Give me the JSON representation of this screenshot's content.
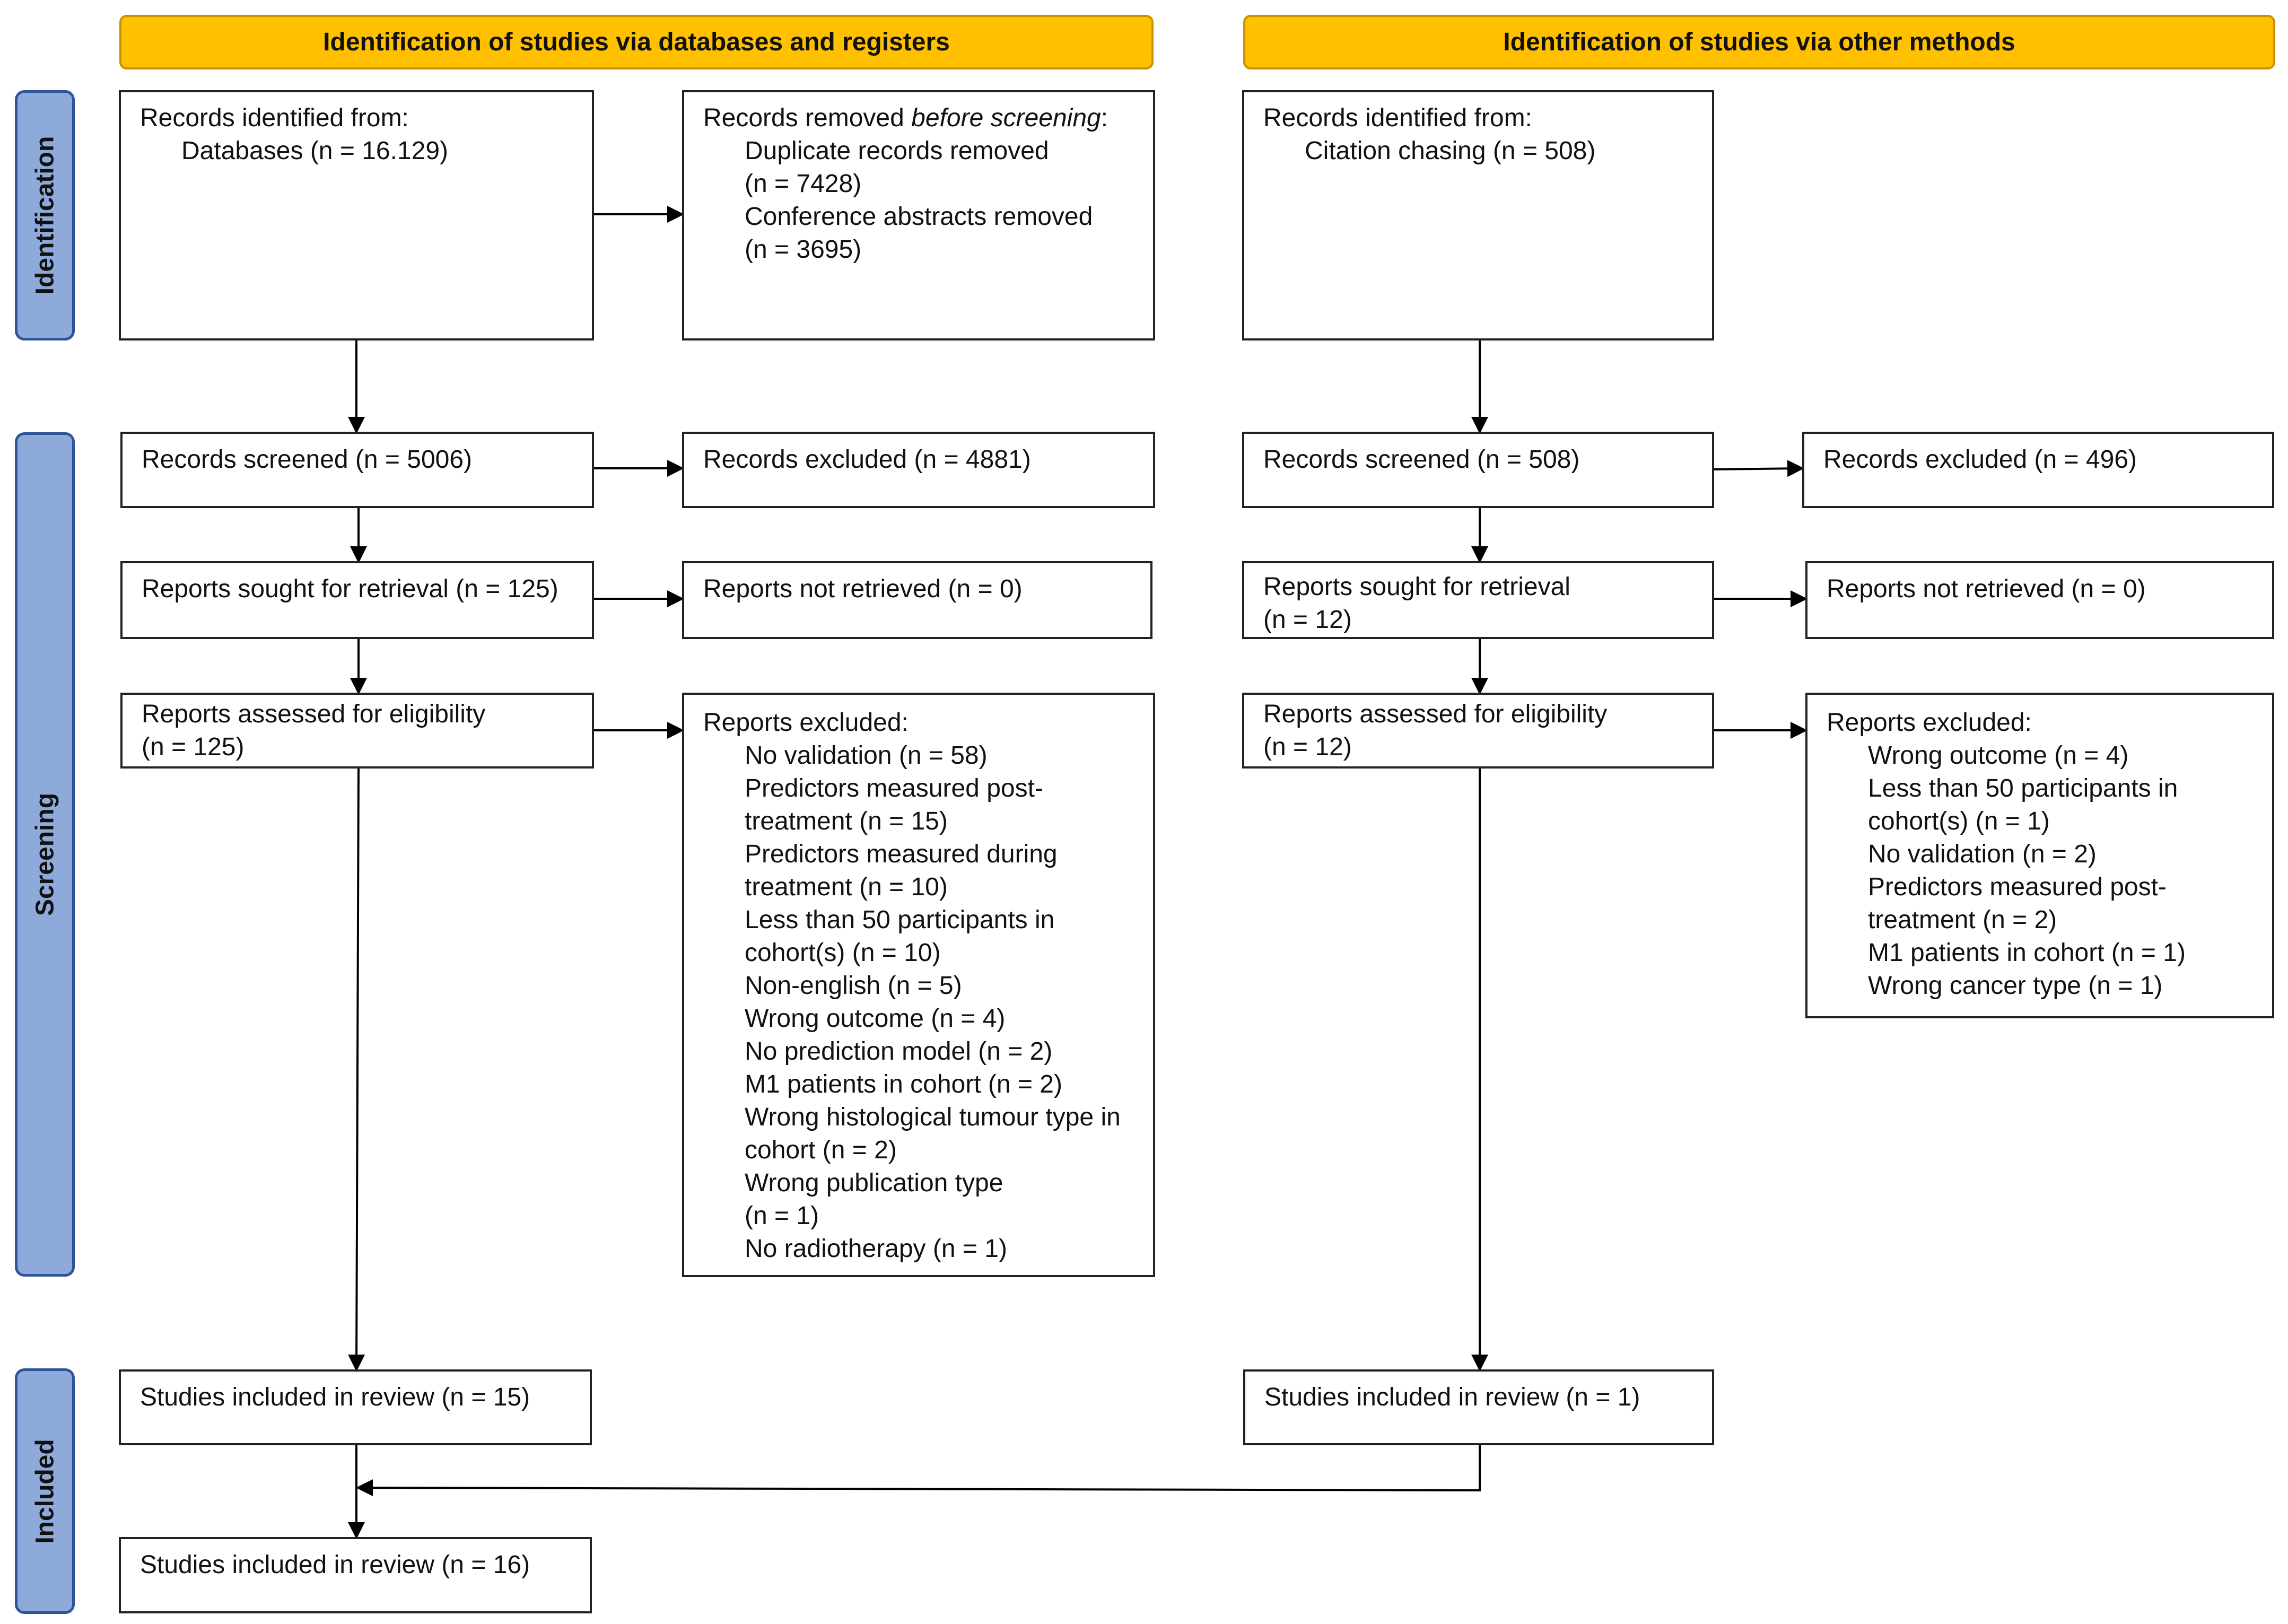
{
  "headers": {
    "left": "Identification of studies via databases and registers",
    "right": "Identification of studies via other methods"
  },
  "phases": {
    "identification": "Identification",
    "screening": "Screening",
    "included": "Included"
  },
  "left": {
    "identified": {
      "heading": "Records identified from:",
      "item": "Databases (n = 16.129)"
    },
    "removed": {
      "heading_pre": "Records removed ",
      "heading_em": "before screening",
      "heading_post": ":",
      "lines": [
        "Duplicate records removed",
        "(n = 7428)",
        "Conference abstracts removed",
        "(n = 3695)"
      ]
    },
    "screened": "Records screened (n = 5006)",
    "excluded": "Records excluded (n = 4881)",
    "sought": "Reports sought for retrieval (n = 125)",
    "not_retrieved": "Reports not retrieved (n = 0)",
    "assessed": [
      "Reports assessed for eligibility",
      "(n = 125)"
    ],
    "reports_excluded": {
      "heading": "Reports excluded:",
      "lines": [
        "No validation (n = 58)",
        "Predictors measured post-",
        "treatment (n = 15)",
        "Predictors measured during",
        "treatment (n = 10)",
        "Less than 50 participants in",
        "cohort(s) (n = 10)",
        "Non-english (n = 5)",
        "Wrong outcome (n = 4)",
        "No prediction model (n = 2)",
        "M1 patients in cohort (n = 2)",
        "Wrong histological tumour type in",
        "cohort (n = 2)",
        "Wrong publication type",
        "(n = 1)",
        "No radiotherapy (n = 1)"
      ]
    },
    "included": "Studies included in review (n = 15)",
    "total": "Studies included in review (n = 16)"
  },
  "right": {
    "identified": {
      "heading": "Records identified from:",
      "item": "Citation chasing (n = 508)"
    },
    "screened": "Records screened (n = 508)",
    "excluded": "Records excluded (n = 496)",
    "sought": [
      "Reports sought for retrieval",
      "(n = 12)"
    ],
    "not_retrieved": "Reports not retrieved (n = 0)",
    "assessed": [
      "Reports assessed for eligibility",
      "(n = 12)"
    ],
    "reports_excluded": {
      "heading": "Reports excluded:",
      "lines": [
        "Wrong outcome (n = 4)",
        "Less than 50 participants in",
        "cohort(s) (n = 1)",
        "No validation (n = 2)",
        "Predictors measured post-",
        "treatment (n = 2)",
        "M1 patients in cohort (n = 1)",
        "Wrong cancer type (n = 1)"
      ]
    },
    "included": "Studies included in review (n = 1)"
  }
}
